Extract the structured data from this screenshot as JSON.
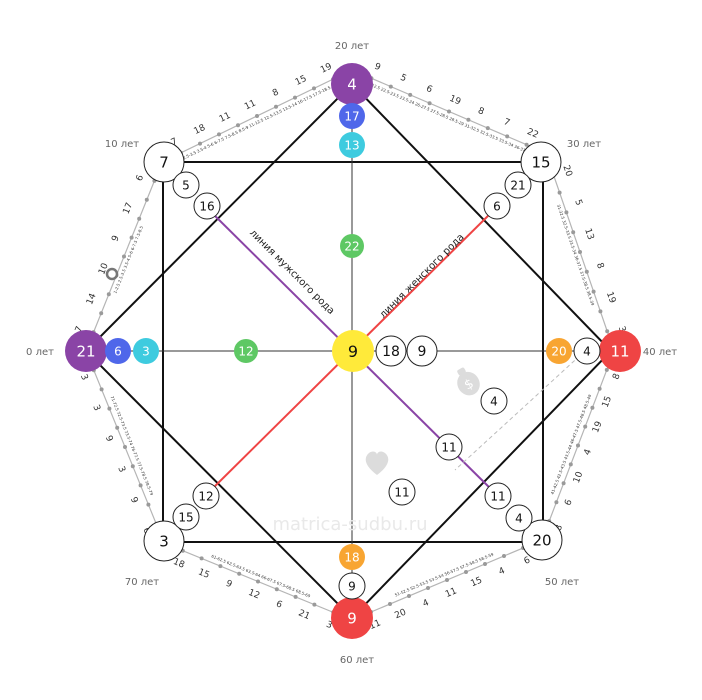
{
  "colors": {
    "purple": "#8a44a6",
    "white": "#ffffff",
    "red": "#ef4444",
    "blue": "#4f67ea",
    "cyan": "#3ecbdf",
    "green": "#5ec864",
    "yellow": "#ffea3a",
    "orange": "#f8a532",
    "male_line": "#8a44a6",
    "female_line": "#ef4444"
  },
  "age_labels": {
    "a0": "0 лет",
    "a10": "10 лет",
    "a20": "20 лет",
    "a30": "30 лет",
    "a40": "40 лет",
    "a50": "50 лет",
    "a60": "60 лет",
    "a70": "70 лет"
  },
  "line_labels": {
    "male": "линия мужского рода",
    "female": "линия женского рода"
  },
  "watermark": "matrica-sudbu.ru",
  "icons": [
    "dollar-icon",
    "heart-icon"
  ],
  "nodes": {
    "left": "21",
    "top": "4",
    "right": "11",
    "bottom": "9",
    "top_left": "7",
    "top_right": "15",
    "bottom_right": "20",
    "bottom_left": "3",
    "center": "9",
    "top_2": "17",
    "top_3": "13",
    "top_mid": "22",
    "left_2": "6",
    "left_3": "3",
    "left_mid": "12",
    "right_2": "4",
    "right_3": "20",
    "bottom_2": "9",
    "bottom_3": "18",
    "center_r1": "18",
    "center_r2": "9",
    "tl_2": "5",
    "tl_3": "16",
    "tr_2": "21",
    "tr_3": "6",
    "br_2": "4",
    "br_3": "11",
    "bl_2": "15",
    "bl_3": "12",
    "money_1": "4",
    "money_2": "11",
    "love": "11"
  },
  "outer_numbers": {
    "top_right_seg": [
      "9",
      "5",
      "6",
      "19",
      "8",
      "7",
      "22"
    ],
    "right_upper_seg": [
      "20",
      "5",
      "13",
      "8",
      "19",
      "3"
    ],
    "right_lower_seg": [
      "8",
      "15",
      "19",
      "4",
      "10",
      "6",
      "8"
    ],
    "bottom_right_seg": [
      "6",
      "4",
      "15",
      "11",
      "4",
      "20",
      "11"
    ],
    "bottom_left_seg": [
      "3",
      "21",
      "6",
      "12",
      "9",
      "15",
      "18"
    ],
    "left_lower_seg": [
      "6",
      "9",
      "3",
      "9",
      "3",
      "3"
    ],
    "left_upper_seg": [
      "7",
      "14",
      "10",
      "9",
      "17",
      "6"
    ],
    "top_left_seg": [
      "7",
      "18",
      "11",
      "11",
      "8",
      "15",
      "19"
    ]
  },
  "tick_label_rows": {
    "top_left_seg": "1-2.5  2.5-3.5  3.5-4  5-6  6-7.5  7.5-8.5  8.5-9  11-12.5  12.5-13.5  13.5-14  16-17.5  17.5-18.5  18.5-19",
    "top_right_seg": "21-22.5  22.5-23.5  23.5-24  26-27.5  27.5-28.5  28.5-29  31-32.5  32.5-33.5  33.5-34  36-37.5",
    "right_upper_seg": "31-32.5  32.5-33.5  33.5-34  36-37.5  37.5-38.5  38.5-39",
    "right_lower_seg": "41-42.5  42.5-43.5  43.5-44  46-47.5  47.5-48.5  48.5-49",
    "bottom_right_seg": "51-52.5  52.5-53.5  53.5-54  56-57.5  57.5-58.5  58.5-59",
    "bottom_left_seg": "61-62.5  62.5-63.5  63.5-64  66-67.5  67.5-68.5  68.5-69",
    "left_lower_seg": "71-72.5  72.5-73.5  73.5-74  76-77.5  77.5-78.5  78.5-79",
    "left_upper_seg": "1-2.5  2.5-3.5  3.5-4  5-6  6-7.5  7.5-8.5"
  }
}
